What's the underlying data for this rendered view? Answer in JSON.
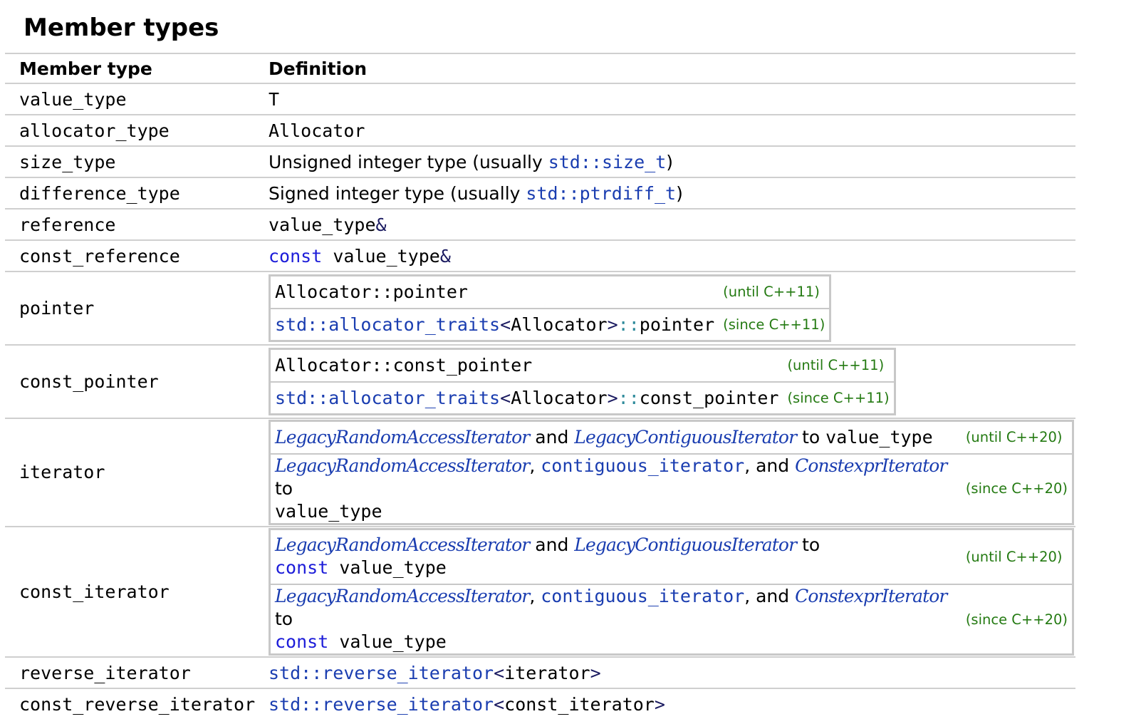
{
  "heading": "Member types",
  "columns": [
    "Member type",
    "Definition"
  ],
  "rows": {
    "value_type": {
      "name": "value_type",
      "def": "T"
    },
    "allocator_type": {
      "name": "allocator_type",
      "def": "Allocator"
    },
    "size_type": {
      "name": "size_type",
      "def_text": "Unsigned integer type (usually ",
      "def_link": "std::size_t",
      "def_close": ")"
    },
    "difference_type": {
      "name": "difference_type",
      "def_text": "Signed integer type (usually ",
      "def_link": "std::ptrdiff_t",
      "def_close": ")"
    },
    "reference": {
      "name": "reference",
      "def_code": "value_type",
      "def_amp": "&"
    },
    "const_reference": {
      "name": "const_reference",
      "def_kw": "const",
      "def_code": " value_type",
      "def_amp": "&"
    },
    "pointer": {
      "name": "pointer",
      "until": {
        "code": "Allocator::pointer",
        "rev": "(until C++11)"
      },
      "since": {
        "link": "std::allocator_traits",
        "lt": "<",
        "arg": "Allocator",
        "gt": ">",
        "scope": "::",
        "member": "pointer",
        "rev": "(since C++11)"
      }
    },
    "const_pointer": {
      "name": "const_pointer",
      "until": {
        "code": "Allocator::const_pointer",
        "rev": "(until C++11)"
      },
      "since": {
        "link": "std::allocator_traits",
        "lt": "<",
        "arg": "Allocator",
        "gt": ">",
        "scope": "::",
        "member": "const_pointer",
        "rev": "(since C++11)"
      }
    },
    "iterator": {
      "name": "iterator",
      "until": {
        "link1": "LegacyRandomAccessIterator",
        "and": " and ",
        "link2": "LegacyContiguousIterator",
        "to": " to ",
        "code": "value_type",
        "rev": "(until C++20)"
      },
      "since": {
        "link1": "LegacyRandomAccessIterator",
        "comma": ", ",
        "link2": "contiguous_iterator",
        "and": ", and ",
        "link3": "ConstexprIterator",
        "to": " to ",
        "code": "value_type",
        "rev": "(since C++20)"
      }
    },
    "const_iterator": {
      "name": "const_iterator",
      "until": {
        "link1": "LegacyRandomAccessIterator",
        "and": " and ",
        "link2": "LegacyContiguousIterator",
        "to": " to",
        "kw": "const",
        "code": " value_type",
        "rev": "(until C++20)"
      },
      "since": {
        "link1": "LegacyRandomAccessIterator",
        "comma": ", ",
        "link2": "contiguous_iterator",
        "and": ", and ",
        "link3": "ConstexprIterator",
        "to": " to",
        "kw": "const",
        "code": " value_type",
        "rev": "(since C++20)"
      }
    },
    "reverse_iterator": {
      "name": "reverse_iterator",
      "link": "std::reverse_iterator",
      "lt": "<",
      "arg": "iterator",
      "gt": ">"
    },
    "const_reverse_iterator": {
      "name": "const_reverse_iterator",
      "link": "std::reverse_iterator",
      "lt": "<",
      "arg": "const_iterator",
      "gt": ">"
    }
  }
}
